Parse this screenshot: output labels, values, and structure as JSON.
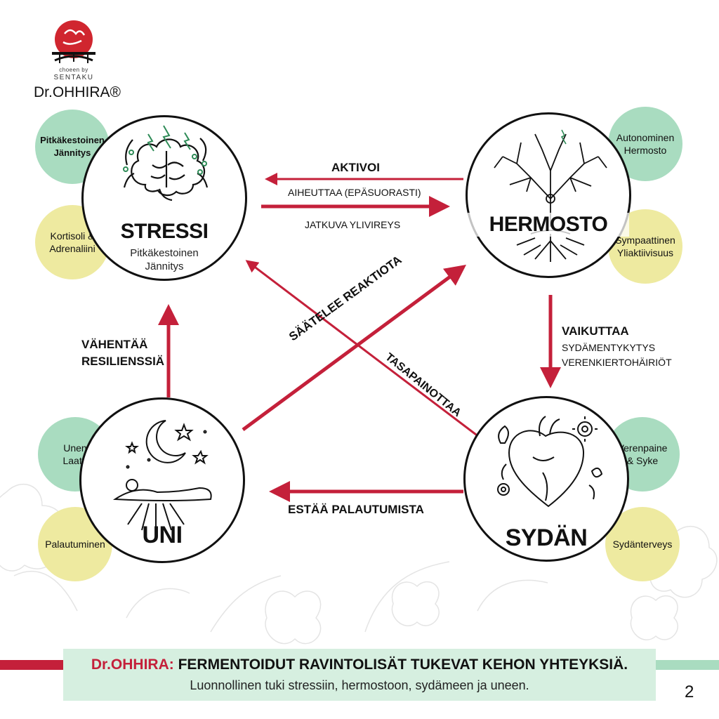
{
  "logo": {
    "text_line1": "choeen by",
    "text_line2": "SENTAKU",
    "brand": "Dr.OHHIRA®"
  },
  "nodes": {
    "stress": {
      "title": "STRESSI",
      "subtitle_line1": "Pitkäkestoinen",
      "subtitle_line2": "Jännitys"
    },
    "nervous": {
      "title": "HERMOSTO"
    },
    "sleep": {
      "title": "UNI"
    },
    "heart": {
      "title": "SYDÄN"
    }
  },
  "satellites": {
    "stress_tension": {
      "line1": "Pitkäkestoinen",
      "line2": "Jännitys"
    },
    "stress_hormones": {
      "line1": "Kortisoli &",
      "line2": "Adrenaliini"
    },
    "nervous_autonomic": {
      "line1": "Autonominen",
      "line2": "Hermosto"
    },
    "nervous_sympathetic": {
      "line1": "Sympaattinen",
      "line2": "Yliaktiivisuus"
    },
    "sleep_quality": {
      "line1": "Unen",
      "line2": "Laatu"
    },
    "sleep_recovery": {
      "line1": "Palautuminen"
    },
    "heart_pressure": {
      "line1": "Verenpaine",
      "line2": "& Syke"
    },
    "heart_health": {
      "line1": "Sydänterveys"
    }
  },
  "connections": {
    "activates": "AKTIVOI",
    "causes": "AIHEUTTAA (EPÄSUORASTI)",
    "hyperarousal": "JATKUVA YLIVIREYS",
    "affects_title": "VAIKUTTAA",
    "affects_line1": "SYDÄMENTYKYTYS",
    "affects_line2": "VERENKIERTOHÄIRIÖT",
    "reduces_line1": "VÄHENTÄÄ",
    "reduces_line2": "RESILIENSSIÄ",
    "regulates": "SÄÄTELEE REAKTIOTA",
    "balances": "TASAPAINOTTAA",
    "prevents_recovery": "ESTÄÄ PALAUTUMISTA"
  },
  "banner": {
    "brand": "Dr.OHHIRA:",
    "headline": "FERMENTOIDUT RAVINTOLISÄT TUKEVAT KEHON YHTEYKSIÄ.",
    "subline": "Luonnollinen tuki stressiin, hermostoon, sydämeen ja uneen."
  },
  "page_number": "2",
  "colors": {
    "arrow": "#c4203a",
    "satellite_green": "#a9dcc0",
    "satellite_yellow": "#eeeaa0",
    "banner_bg": "#d6efe0",
    "logo_red": "#d0262f"
  }
}
